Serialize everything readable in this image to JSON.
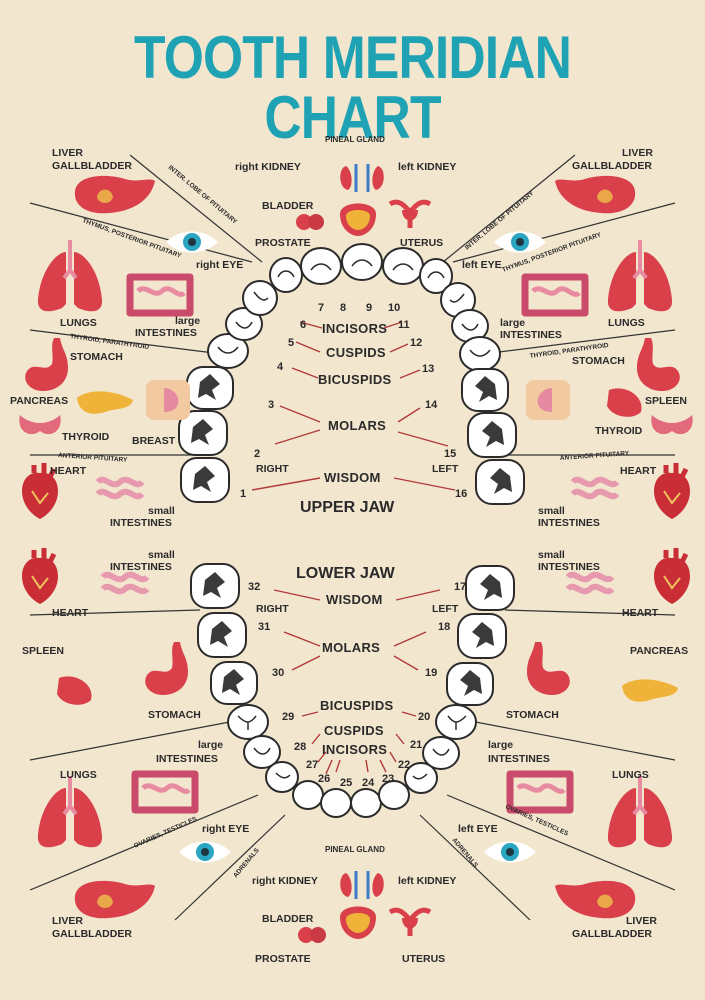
{
  "title": "TOOTH MERIDIAN CHART",
  "upper_jaw_label": "UPPER JAW",
  "lower_jaw_label": "LOWER JAW",
  "side": {
    "right": "RIGHT",
    "left": "LEFT"
  },
  "tooth_classes": {
    "incisors": "INCISORS",
    "cuspids": "CUSPIDS",
    "bicuspids": "BICUSPIDS",
    "molars": "MOLARS",
    "wisdom": "WISDOM"
  },
  "upper_numbers": [
    "1",
    "2",
    "3",
    "4",
    "5",
    "6",
    "7",
    "8",
    "9",
    "10",
    "11",
    "12",
    "13",
    "14",
    "15",
    "16"
  ],
  "lower_numbers": [
    "17",
    "18",
    "19",
    "20",
    "21",
    "22",
    "23",
    "24",
    "25",
    "26",
    "27",
    "28",
    "29",
    "30",
    "31",
    "32"
  ],
  "organs": {
    "pineal_gland": "PINEAL GLAND",
    "right_kidney": "right KIDNEY",
    "left_kidney": "left KIDNEY",
    "right_kidney_lower": "right KIDNEY",
    "left_kidney_lower": "left KIDNEY",
    "bladder": "BLADDER",
    "prostate": "PROSTATE",
    "uterus": "UTERUS",
    "liver": "LIVER",
    "gallbladder": "GALLBLADDER",
    "inter_lobe_pituitary": "INTER. LOBE OF PITUITARY",
    "thymus_posterior_pituitary": "THYMUS, POSTERIOR PITUITARY",
    "right_eye": "right EYE",
    "left_eye": "left EYE",
    "lungs": "LUNGS",
    "large_1": "large",
    "intestines": "INTESTINES",
    "thyroid_parathyroid": "THYROID, PARATHYROID",
    "stomach": "STOMACH",
    "pancreas": "PANCREAS",
    "spleen": "SPLEEN",
    "thyroid": "THYROID",
    "breast": "BREAST",
    "anterior_pituitary": "ANTERIOR PITUITARY",
    "heart": "HEART",
    "small": "small",
    "ovaries_testicles": "OVARIES, TESTICLES",
    "adrenals": "ADRENALS"
  },
  "colors": {
    "background": "#f3e6cf",
    "title": "#1fa3b4",
    "organ_red": "#d9404a",
    "organ_pink": "#e88ba0",
    "line_red": "#b23a3a"
  }
}
